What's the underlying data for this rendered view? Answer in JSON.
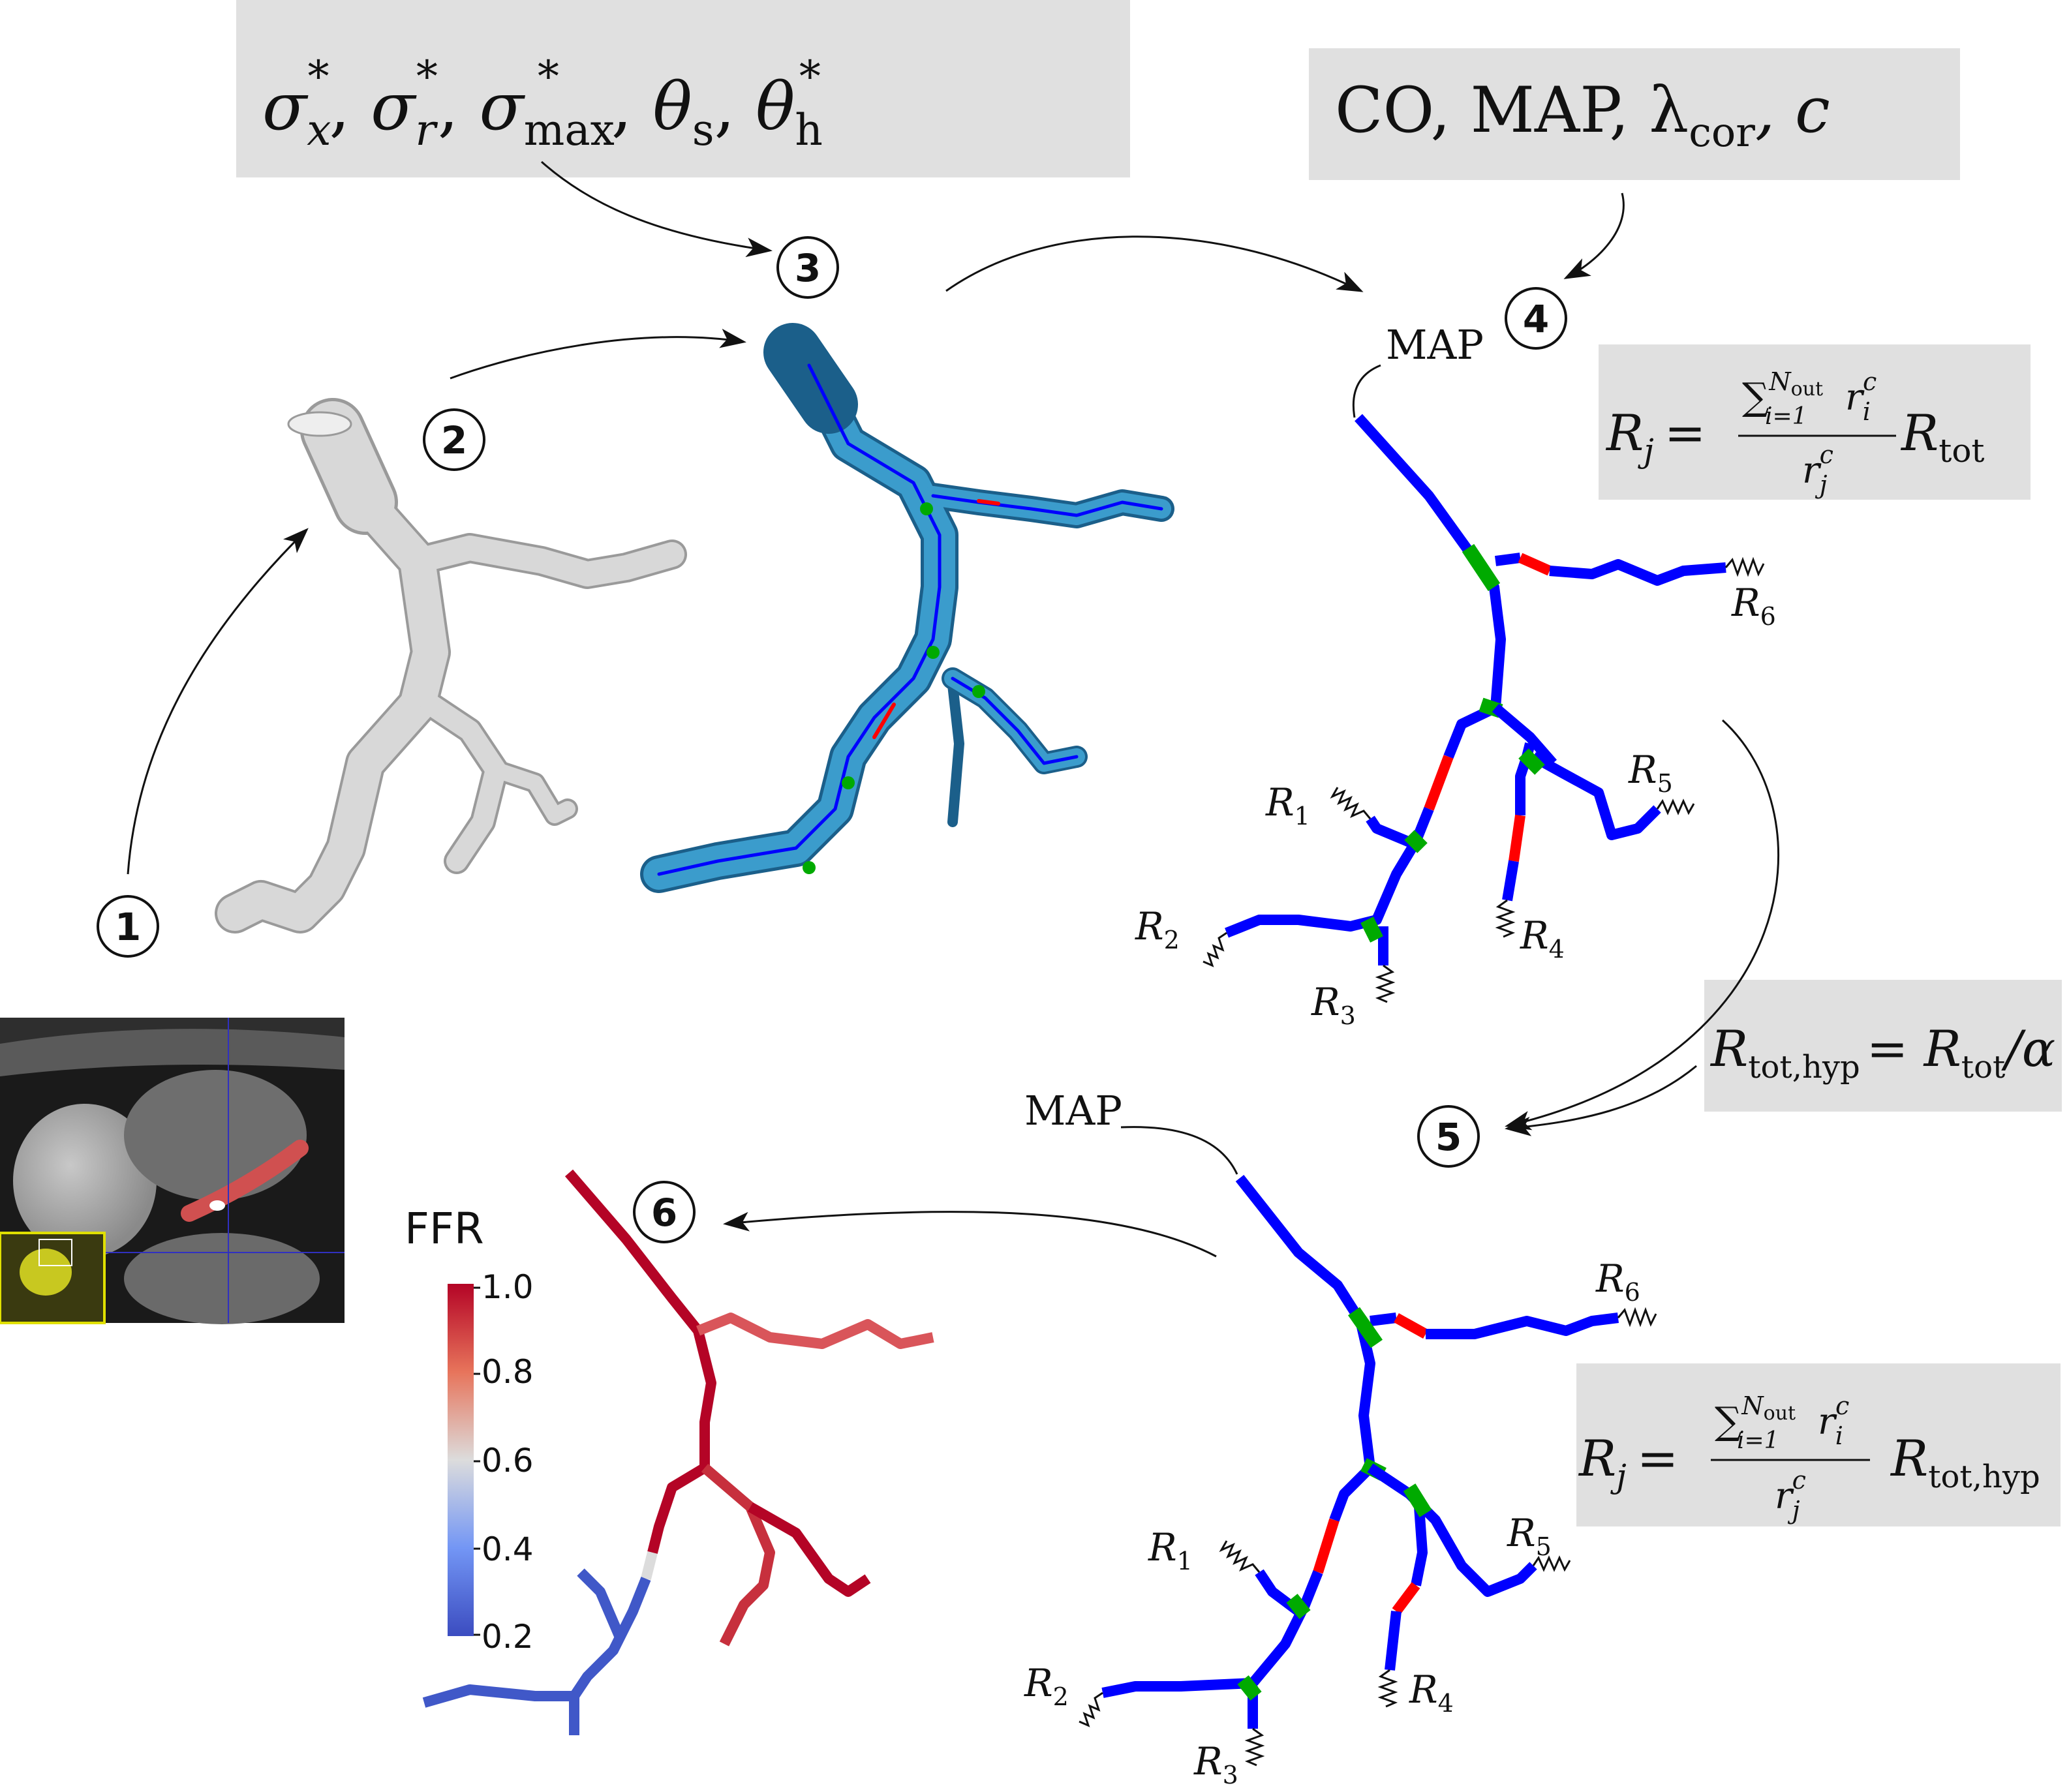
{
  "boxes": {
    "params_stress": {
      "parts": [
        "σ",
        "x",
        "*",
        ", ",
        "σ",
        "r",
        "*",
        ", ",
        "σ",
        "max",
        "*",
        ", ",
        "θ",
        "s",
        ", ",
        "θ",
        "h",
        "*"
      ]
    },
    "params_flow": {
      "text": "CO, MAP, λ",
      "sub": "cor",
      "tail": ", c"
    },
    "formula_rest": {
      "lhs": "R",
      "lhs_sub": "j",
      "eq": "=",
      "sum": "∑",
      "sum_sup": "N",
      "sum_sup_sub": "out",
      "sum_sub": "i=1",
      "num_r": "r",
      "num_r_sub": "i",
      "num_r_sup": "c",
      "den_r": "r",
      "den_r_sub": "j",
      "den_r_sup": "c",
      "tail": "R",
      "tail_sub": "tot"
    },
    "formula_hyp_ratio": {
      "lhs": "R",
      "lhs_sub": "tot,hyp",
      "eq": "= R",
      "rhs_sub": "tot",
      "rhs_tail": "/α"
    },
    "formula_hyp": {
      "lhs": "R",
      "lhs_sub": "j",
      "eq": "=",
      "sum": "∑",
      "sum_sup": "N",
      "sum_sup_sub": "out",
      "sum_sub": "i=1",
      "num_r": "r",
      "num_r_sub": "i",
      "num_r_sup": "c",
      "den_r": "r",
      "den_r_sub": "j",
      "den_r_sup": "c",
      "tail": "R",
      "tail_sub": "tot,hyp"
    }
  },
  "steps": [
    "1",
    "2",
    "3",
    "4",
    "5",
    "6"
  ],
  "map_labels": [
    "MAP",
    "MAP"
  ],
  "resistors": {
    "r1": {
      "base": "R",
      "sub": "1"
    },
    "r2": {
      "base": "R",
      "sub": "2"
    },
    "r3": {
      "base": "R",
      "sub": "3"
    },
    "r4": {
      "base": "R",
      "sub": "4"
    },
    "r5": {
      "base": "R",
      "sub": "5"
    },
    "r6": {
      "base": "R",
      "sub": "6"
    }
  },
  "colorbar": {
    "title": "FFR",
    "ticks": [
      "1.0",
      "0.8",
      "0.6",
      "0.4",
      "0.2"
    ],
    "colors": [
      "#b40426",
      "#e7745b",
      "#dcdcdc",
      "#7396f5",
      "#3b4cc0"
    ]
  },
  "colors": {
    "segment": "#0000ff",
    "stenosis": "#ff0000",
    "junction": "#00aa00",
    "box_fill": "#e0e0e0",
    "vessel_gray": "#d8d8d8",
    "vessel_teal": "#2e8fc0"
  }
}
